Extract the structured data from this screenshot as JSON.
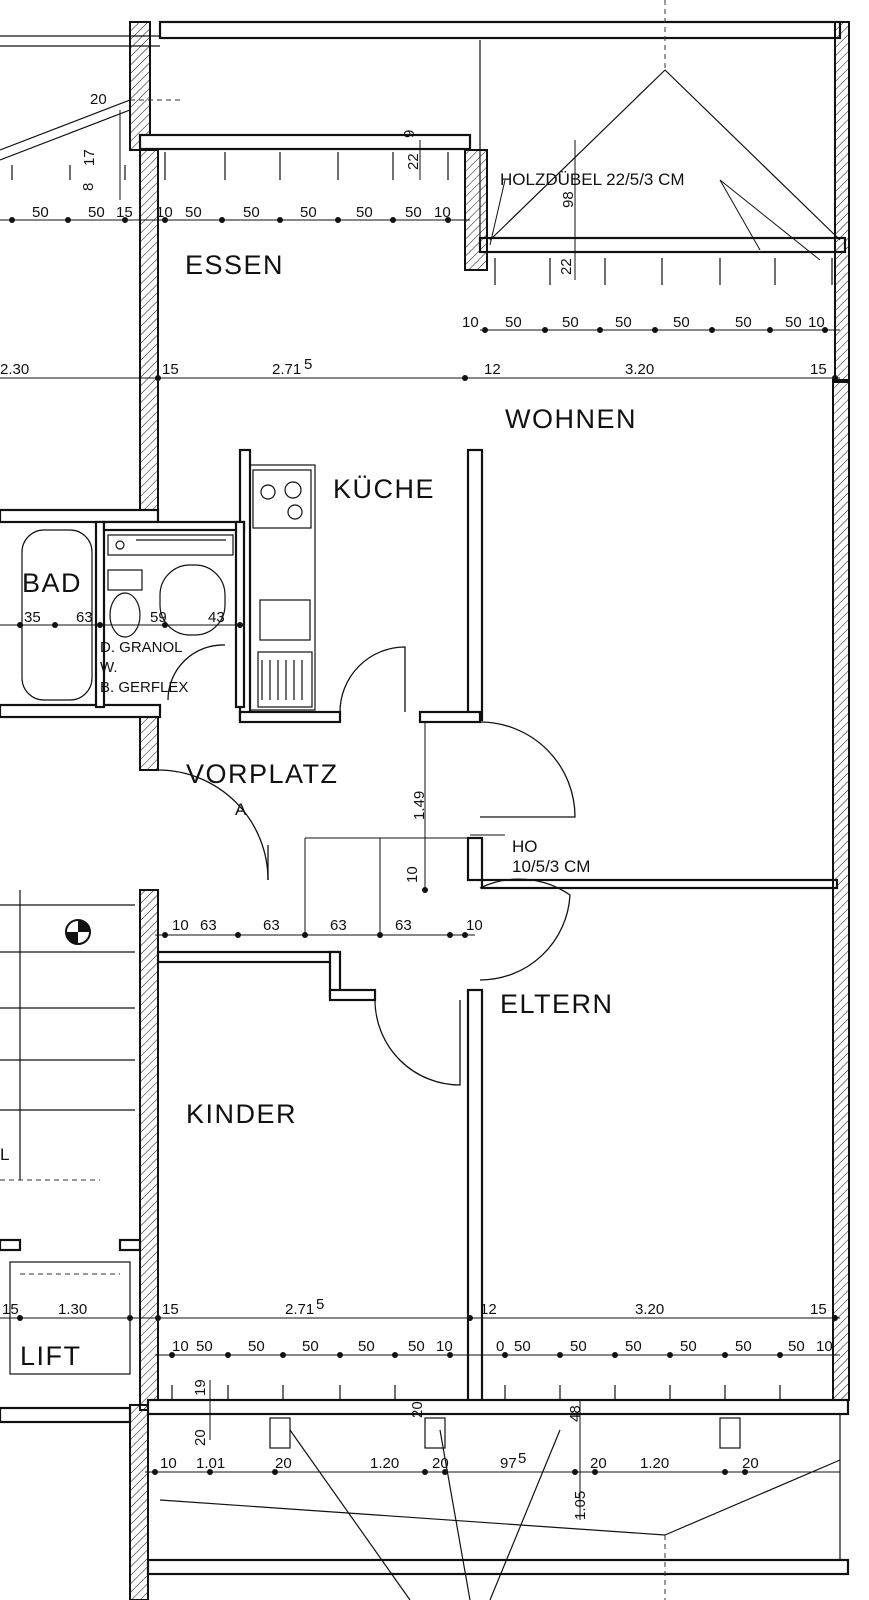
{
  "rooms": {
    "essen": "ESSEN",
    "wohnen": "WOHNEN",
    "kueche": "KÜCHE",
    "bad": "BAD",
    "vorplatz": "VORPLATZ",
    "eltern": "ELTERN",
    "kinder": "KINDER",
    "lift": "LIFT"
  },
  "notes": {
    "holzduebel": "HOLZDÜBEL 22/5/3 CM",
    "ho_1": "HO",
    "ho_2": "10/5/3 CM",
    "floor_1": "D. GRANOL",
    "floor_2": "W.",
    "floor_3": "B. GERFLEX",
    "door_mark": "A",
    "stub_left": "L"
  },
  "dims": {
    "top_left": [
      "50",
      "50",
      "15",
      "10",
      "50",
      "50",
      "50",
      "50",
      "50",
      "10"
    ],
    "top_right": [
      "10",
      "50",
      "50",
      "50",
      "50",
      "50",
      "50",
      "10"
    ],
    "top_small_20": "20",
    "top_small_9": "9",
    "top_small_22a": "22",
    "top_small_17": "17",
    "top_small_8": "8",
    "top_small_98": "98",
    "top_small_22b": "22",
    "row_upper": [
      "2.30",
      "15",
      "2.71",
      "5",
      "12",
      "3.20",
      "15"
    ],
    "bad_row": [
      "35",
      "63",
      "59",
      "43"
    ],
    "vorplatz_149": "1.49",
    "vorplatz_10": "10",
    "vorplatz_row": [
      "10",
      "63",
      "63",
      "63",
      "63",
      "10"
    ],
    "row_lower": [
      "15",
      "1.30",
      "15",
      "2.71",
      "5",
      "12",
      "3.20",
      "15"
    ],
    "balcony_left": [
      "10",
      "50",
      "50",
      "50",
      "50",
      "50",
      "10"
    ],
    "balcony_right": [
      "0",
      "50",
      "50",
      "50",
      "50",
      "50",
      "50",
      "10"
    ],
    "balcony_small_19": "19",
    "balcony_small_20": "20",
    "balcony_small_48": "48",
    "balcony_small_20b": "20",
    "bottom_row": [
      "10",
      "1.01",
      "20",
      "1.20",
      "20",
      "97",
      "5",
      "20",
      "1.20",
      "20"
    ],
    "bottom_105": "1.05"
  }
}
